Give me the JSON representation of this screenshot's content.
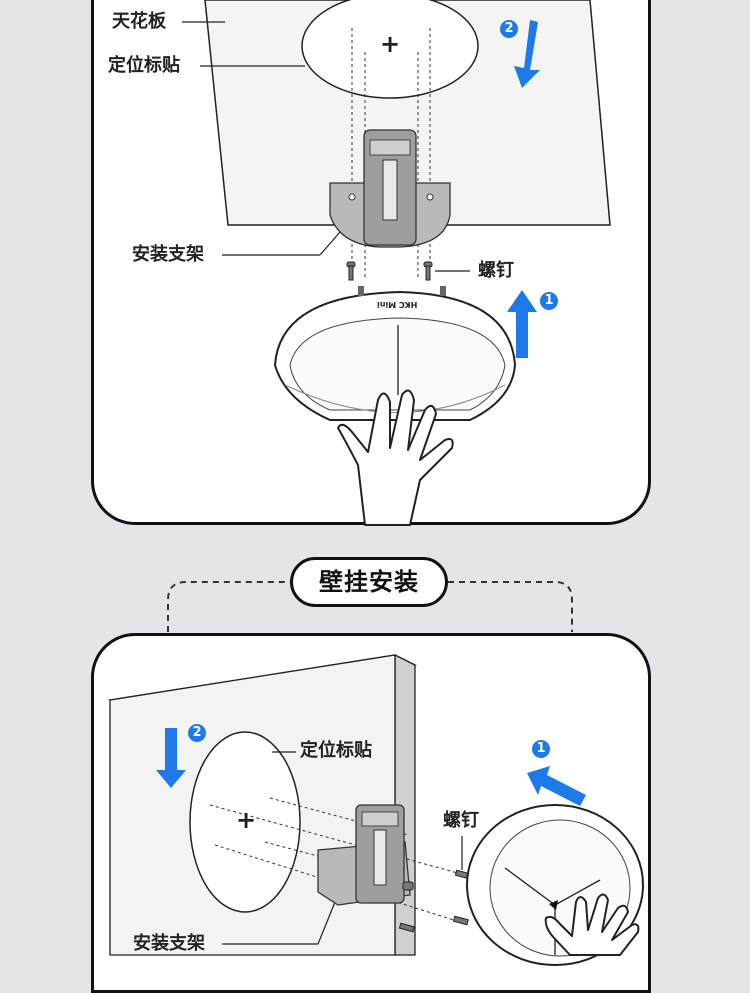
{
  "top_panel": {
    "labels": {
      "ceiling": "天花板",
      "position_sticker": "定位标贴",
      "mounting_bracket": "安装支架",
      "screw": "螺钉"
    },
    "step_badges": [
      "1",
      "2"
    ],
    "device_logo": "HKC Mini",
    "center_mark": "+"
  },
  "section_heading": "壁挂安装",
  "bottom_panel": {
    "labels": {
      "position_sticker": "定位标贴",
      "screw": "螺钉",
      "mounting_bracket": "安装支架"
    },
    "step_badges": [
      "1",
      "2"
    ],
    "center_mark": "+"
  },
  "colors": {
    "arrow_blue": "#1e7ae8",
    "ink": "#111111",
    "panel_bg": "#ffffff",
    "page_bg": "#e4e5e9"
  }
}
